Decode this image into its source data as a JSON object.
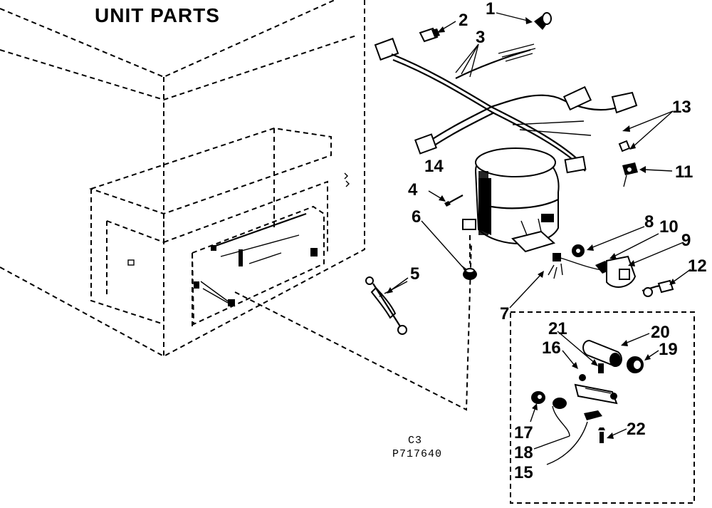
{
  "diagram": {
    "title": "UNIT PARTS",
    "code_line1": "C3",
    "code_line2": "P717640",
    "callouts": [
      "1",
      "2",
      "3",
      "4",
      "5",
      "6",
      "7",
      "8",
      "9",
      "10",
      "11",
      "12",
      "13",
      "14",
      "15",
      "16",
      "17",
      "18",
      "19",
      "20",
      "21",
      "22"
    ]
  }
}
